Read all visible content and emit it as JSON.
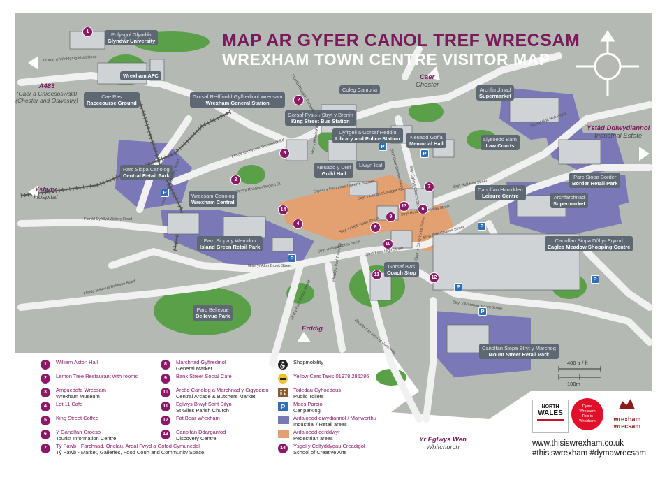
{
  "title": {
    "welsh": "MAP AR GYFER CANOL TREF WRECSAM",
    "english": "WREXHAM TOWN CENTRE VISITOR MAP"
  },
  "colors": {
    "background": "#b4b9b3",
    "road": "#f1f1f1",
    "retail": "#7a78b6",
    "pedestrian": "#e3a070",
    "green": "#5aa048",
    "accent": "#8b1a66",
    "parking": "#2f6fb5",
    "label_bg": "#5e6872"
  },
  "labels": [
    {
      "welsh": "Prifysgol Glyndŵr",
      "english": "Glyndŵr University"
    },
    {
      "welsh": "",
      "english": "Wrexham AFC"
    },
    {
      "welsh": "Cae Ras",
      "english": "Racecourse Ground"
    },
    {
      "welsh": "Gorsaf Reilffordd Gyffredinol Wrecsam",
      "english": "Wrexham General Station"
    },
    {
      "welsh": "Coleg Cambria",
      "english": ""
    },
    {
      "welsh": "Archfarchnad",
      "english": "Supermarket"
    },
    {
      "welsh": "Gorsaf Fysiau Stryt y Brenin",
      "english": "King Street Bus Station"
    },
    {
      "welsh": "Llyfrgell a Gorsaf Heddlu",
      "english": "Library and Police Station"
    },
    {
      "welsh": "Neuadd Goffa",
      "english": "Memorial Hall"
    },
    {
      "welsh": "Llysoedd Barn",
      "english": "Law Courts"
    },
    {
      "welsh": "Parc Siopa Canolog",
      "english": "Central Retail Park"
    },
    {
      "welsh": "Neuadd y Dref",
      "english": "Guild Hall"
    },
    {
      "welsh": "Llwyn Isaf",
      "english": ""
    },
    {
      "welsh": "Parc Siopa Border",
      "english": "Border Retail Park"
    },
    {
      "welsh": "Wrecsam Canolog",
      "english": "Wrexham Central"
    },
    {
      "welsh": "Canolfan Hamdden",
      "english": "Leisure Centre"
    },
    {
      "welsh": "Archfarchnad",
      "english": "Supermarket"
    },
    {
      "welsh": "Parc Siopa y Werddon",
      "english": "Island Green Retail Park"
    },
    {
      "welsh": "Canolfan Siopa Dôl yr Eryrod",
      "english": "Eagles Meadow Shopping Centre"
    },
    {
      "welsh": "Gorsaf Bws",
      "english": "Coach Stop"
    },
    {
      "welsh": "Parc Bellevue",
      "english": "Bellevue Park"
    },
    {
      "welsh": "Canolfan Siopa Stryt y Marchog",
      "english": "Mount Street Retail Park"
    }
  ],
  "places": [
    {
      "welsh": "A483",
      "english": "(Caer a Chroesoswallt) (Chester and Oswestry)"
    },
    {
      "welsh": "Caer",
      "english": "Chester"
    },
    {
      "welsh": "Ystâd Ddiwydiannol",
      "english": "Industrial Estate"
    },
    {
      "welsh": "Ysbyty",
      "english": "Hospital"
    },
    {
      "welsh": "Erddig",
      "english": ""
    },
    {
      "welsh": "Yr Eglwys Wen",
      "english": "Whitchurch"
    }
  ],
  "roads": [
    "Ffordd yr Wyddgrug Mold Road",
    "Ffordd Grosvenor Grosvenor Rd",
    "Ffordd Rhosddu Rhosddu Road",
    "Ffordd Holt Holt Road",
    "Ffordd Bradley Bradley Road",
    "Stryt y Rhaglaw Regent St",
    "Ffordd Dyfrllyd Watery Road",
    "Stryt Holt Holt Street",
    "Stryt y Lampint Lambpit St",
    "Stryt yr Hôb Hope Street",
    "Stryt Siarl Charles Street",
    "Stryt yr Abad Abbot Street",
    "Stryt Fawr High Street",
    "Glan yr Afon Brook Street",
    "Ffordd Bellevue Bellevue Road",
    "Stryt y Marchog Mount Street",
    "Stryt y Bont Bridge Street",
    "Ffordd y Dref Town Hill",
    "Rhodfa San Silyn St Giles Way",
    "Stryt yr Efrog Yorke Street",
    "Stryt Caer Chester Street",
    "Sgwâr y Frenhines Queen's Square",
    "Stryt y Brenin King Street",
    "Stryt Henblas Henblas Street",
    "Stryt Eglwys Church Street"
  ],
  "pins": [
    "1",
    "2",
    "3",
    "4",
    "5",
    "6",
    "7",
    "8",
    "9",
    "10",
    "11",
    "12",
    "13",
    "14"
  ],
  "legend": {
    "numbered": [
      {
        "num": "1",
        "welsh": "William Aston Hall",
        "english": ""
      },
      {
        "num": "2",
        "welsh": "Lemon Tree Restaurant with rooms",
        "english": ""
      },
      {
        "num": "3",
        "welsh": "Amgueddfa Wrecsam",
        "english": "Wrexham Museum"
      },
      {
        "num": "4",
        "welsh": "Lot 11 Cafe",
        "english": ""
      },
      {
        "num": "5",
        "welsh": "King Street Coffee",
        "english": ""
      },
      {
        "num": "6",
        "welsh": "Y Ganolfan Groeso",
        "english": "Tourist Information Centre"
      },
      {
        "num": "7",
        "welsh": "Tŷ Pawb - Farchnad, Orielau, Ardal Fwyd a Gofod Cymunedol",
        "english": "Tŷ Pawb - Market, Galleries, Food Court and Community Space"
      },
      {
        "num": "8",
        "welsh": "Marchnad Gyffredinol",
        "english": "General Market"
      },
      {
        "num": "9",
        "welsh": "Bank Street Social Cafe",
        "english": ""
      },
      {
        "num": "10",
        "welsh": "Arcêd Canolog a Marchnad y Cigyddion",
        "english": "Central Arcade & Butchers Market"
      },
      {
        "num": "11",
        "welsh": "Eglwys Blwyf Sant Silyn",
        "english": "St Giles Parish Church"
      },
      {
        "num": "12",
        "welsh": "Fat Boar Wrexham",
        "english": ""
      },
      {
        "num": "13",
        "welsh": "Canolfan Ddarganfod",
        "english": "Discovery Centre"
      },
      {
        "num": "14",
        "welsh": "Ysgol y Celfyddydau Creadigol",
        "english": "School of Creative Arts"
      }
    ],
    "symbols": [
      {
        "icon": "wheelchair-icon",
        "welsh": "Shopmobility",
        "english": ""
      },
      {
        "icon": "taxi-icon",
        "welsh": "Yellow Cars Taxis 01978 286286",
        "english": ""
      },
      {
        "icon": "toilets-icon",
        "welsh": "Toiledau Cyhoeddus",
        "english": "Public Toilets"
      },
      {
        "icon": "parking-icon",
        "welsh": "Maes Parcio",
        "english": "Car parking"
      },
      {
        "icon": "retail-area-swatch",
        "welsh": "Ardaloedd diwydiannol / Manwerthu",
        "english": "Industrial / Retail areas"
      },
      {
        "icon": "pedestrian-area-swatch",
        "welsh": "Ardaloedd cerddwyr",
        "english": "Pedestrian areas"
      }
    ]
  },
  "scale": {
    "imperial": "400 tr / ft",
    "metric": "100m"
  },
  "logos": {
    "north_wales": [
      "NORTH",
      "WALES"
    ],
    "dyma": [
      "Dyma",
      "Wrecsam",
      "This is",
      "Wrexham"
    ],
    "wrexham": [
      "wrexham",
      "wrecsam"
    ]
  },
  "footer": {
    "url": "www.thisiswrexham.co.uk",
    "hashtags": "#thisiswrexham #dymawrecsam"
  }
}
